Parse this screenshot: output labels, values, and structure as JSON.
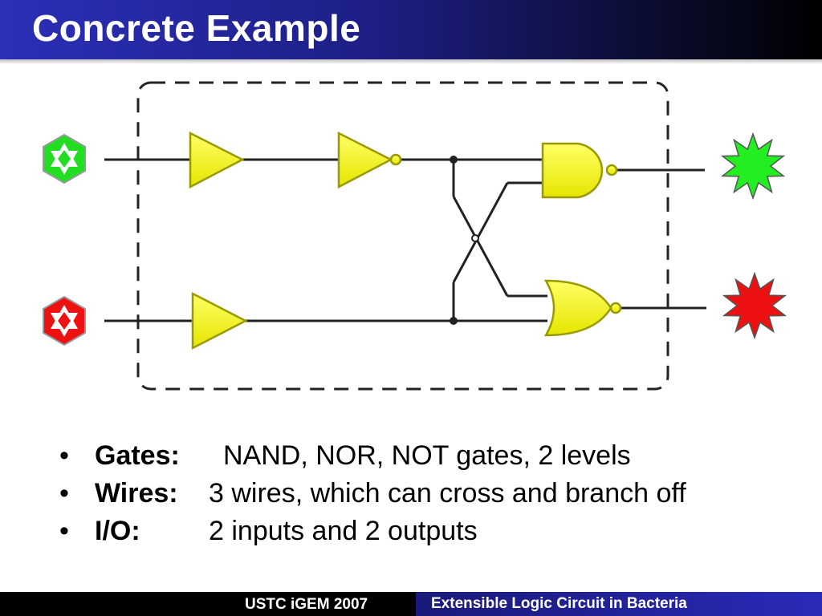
{
  "slide": {
    "title": "Concrete Example"
  },
  "diagram": {
    "colors": {
      "gate_fill": "#ffff33",
      "gate_stroke": "#999900",
      "wire": "#222222",
      "frame": "#222222",
      "input_top": "#22dd22",
      "input_bottom": "#ee1111",
      "output_top": "#22ee22",
      "output_bottom": "#ee1111"
    }
  },
  "bullets": [
    {
      "term": "Gates:",
      "desc": "NAND, NOR, NOT gates, 2 levels"
    },
    {
      "term": "Wires:",
      "desc": "3 wires, which can cross and branch off"
    },
    {
      "term": "I/O:",
      "desc": "2 inputs and 2 outputs"
    }
  ],
  "footer": {
    "left": "USTC iGEM 2007",
    "right": "Extensible Logic Circuit in Bacteria"
  }
}
